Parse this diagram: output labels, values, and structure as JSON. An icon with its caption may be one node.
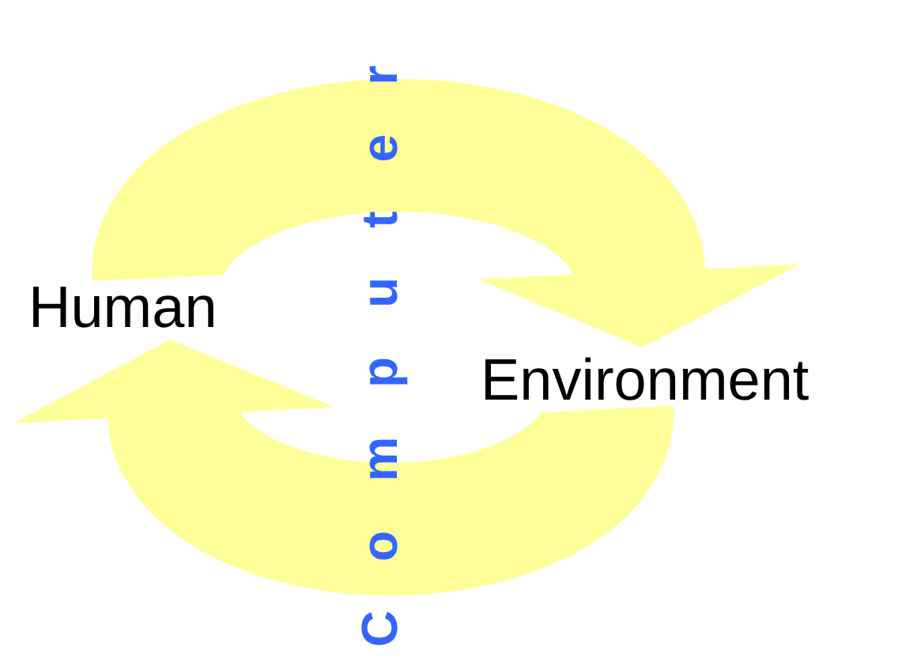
{
  "diagram": {
    "nodes": [
      {
        "text": [
          "Human"
        ]
      },
      {
        "text": [
          "Environment"
        ]
      },
      {
        "text": [
          "Computer"
        ]
      }
    ],
    "edges": [
      {
        "from": 0,
        "to": 1,
        "arrow": "to"
      },
      {
        "from": 1,
        "to": 0,
        "arrow": "to"
      }
    ]
  }
}
